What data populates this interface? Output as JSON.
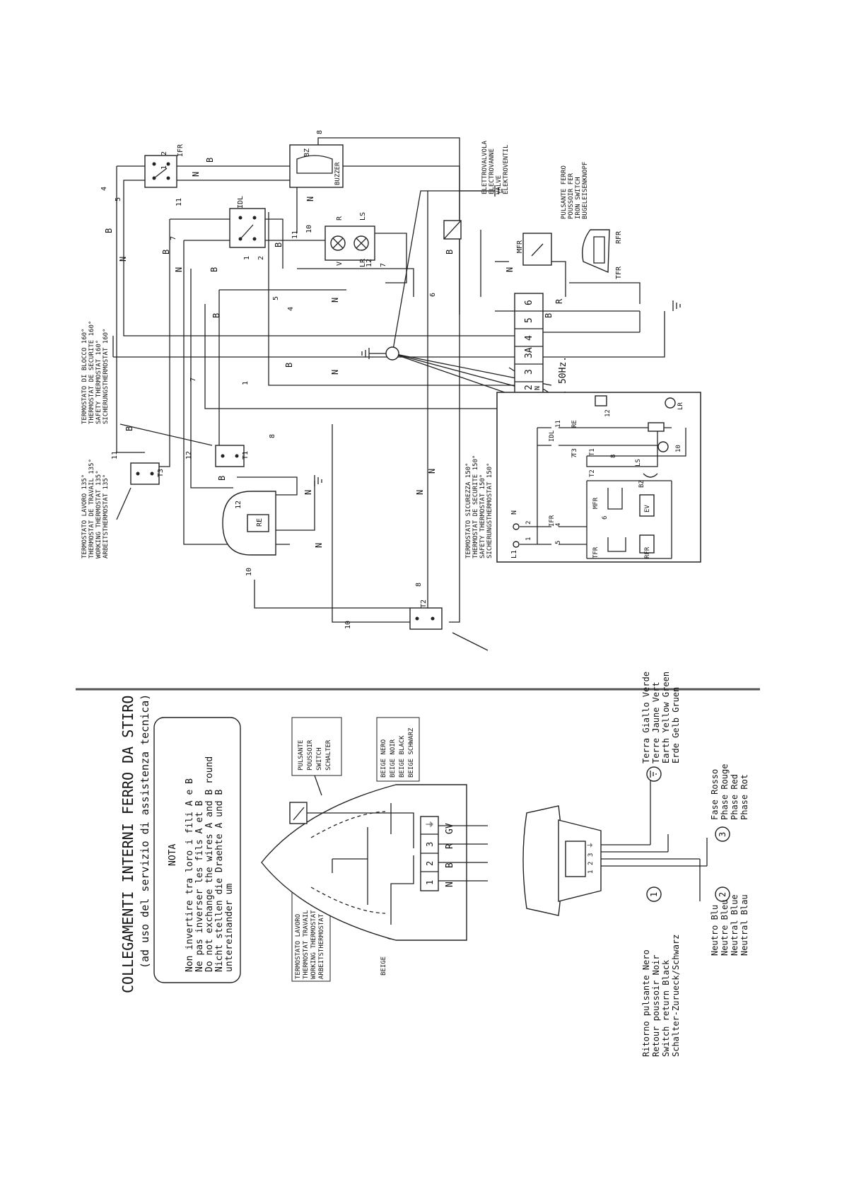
{
  "wiring": {
    "ifr": "IFR",
    "idl": "IDL",
    "bz": "BZ",
    "buzzer": "BUZZER",
    "t1": "T1",
    "t2": "T2",
    "t3": "T3",
    "re": "RE",
    "mfr": "MFR",
    "tfr": "TFR",
    "rfr": "RFR",
    "lamp_v": "V",
    "lamp_lr": "LR",
    "lamp_r": "R",
    "lamp_ls": "LS",
    "terminals": [
      "L1",
      "2",
      "3",
      "3A",
      "4",
      "5",
      "6"
    ],
    "terminal_n": "N",
    "supply": "230V. 50Hz.",
    "wire_labels": {
      "b": "B",
      "n": "N",
      "r": "R"
    },
    "wire_numbers": [
      "1",
      "2",
      "4",
      "5",
      "6",
      "7",
      "8",
      "10",
      "11",
      "12"
    ],
    "valve_note": [
      "ELETTROVALVOLA",
      "ELECTROVANNE",
      "VALVE",
      "ELEKTROVENTIL"
    ],
    "iron_switch_note": [
      "PULSANTE FERRO",
      "POUSSOIR FER",
      "IRON SWITCH",
      "BUGELEISENKNOPF"
    ],
    "t1_note": [
      "TERMOSTATO DI BLOCCO 160°",
      "THERMOSTAT DE SECURITE 160°",
      "SAFETY THERMOSTAT 160°",
      "SICHERUNGSTHERMOSTAT 160°"
    ],
    "t3_note": [
      "TERMOSTATO LAVORO 135°",
      "THERMOSTAT DE TRAVAIL 135°",
      "WORKING THERMOSTAT 135°",
      "ARBEITSTHERMOSTAT 135°"
    ],
    "t2_note": [
      "TERMOSTATO SICUREZZA 150°",
      "THERMOSTAT DE SECURITE 150°",
      "SAFETY THERMOSTAT 150°",
      "SICHERUNGSTHERMOSTAT 150°"
    ]
  },
  "schematic": {
    "l1": "L1",
    "n": "N",
    "labels": [
      "IFR",
      "IDL",
      "T3",
      "T1",
      "T2",
      "RE",
      "LR",
      "LS",
      "BZ",
      "MFR",
      "TFR",
      "RFR",
      "EV"
    ],
    "numbers": [
      "1",
      "2",
      "4",
      "5",
      "6",
      "7",
      "8",
      "10",
      "11",
      "12"
    ]
  },
  "iron": {
    "title": "COLLEGAMENTI INTERNI FERRO DA STIRO",
    "subtitle": "(ad uso del servizio di assistenza tecnica)",
    "nota_title": "NOTA",
    "nota_lines": [
      "Non invertire tra loro i fili A e B",
      "Ne pas inverser les fils A et B",
      "Do not exchange the wires A and B round",
      "Nicht stellen die Draehte A und B",
      "untereinander um"
    ],
    "thermostat_note": [
      "TERMOSTATO LAVORO",
      "THERMOSTAT TRAVAIL",
      "WORKING THERMOSTAT",
      "ARBEITSTHERMOSTAT"
    ],
    "switch_note": [
      "PULSANTE",
      "POUSSOIR",
      "SWITCH",
      "SCHALTER"
    ],
    "wire_a": "A",
    "wire_a_color": "BEIGE",
    "wire_b": "B",
    "wire_b_colors": [
      "BEIGE NERO",
      "BEIGE NOIR",
      "BEIGE BLACK",
      "BEIGE SCHWARZ"
    ],
    "terminal_nums": [
      "1",
      "2",
      "3",
      "⏚"
    ],
    "terminal_letters": [
      "N",
      "B",
      "R",
      "GV"
    ],
    "plug_terminals": [
      "1",
      "2",
      "3",
      "⏚"
    ],
    "c1": "1",
    "c2": "2",
    "c3": "3",
    "c1_text": [
      "Ritorno pulsante Nero",
      "Retour poussoir Noir",
      "Switch return    Black",
      "Schalter-Zurueck/Schwarz"
    ],
    "c2_text": [
      "Neutro Blu",
      "Neutre Bleu",
      "Neutral Blue",
      "Neutral Blau"
    ],
    "c3_text": [
      "Fase    Rosso",
      "Phase   Rouge",
      "Phase   Red",
      "Phase   Rot"
    ],
    "earth_text": [
      "Terra Giallo Verde",
      "Terre Jaune Vert",
      "Earth Yellow Green",
      "Erde  Gelb Gruen"
    ]
  }
}
